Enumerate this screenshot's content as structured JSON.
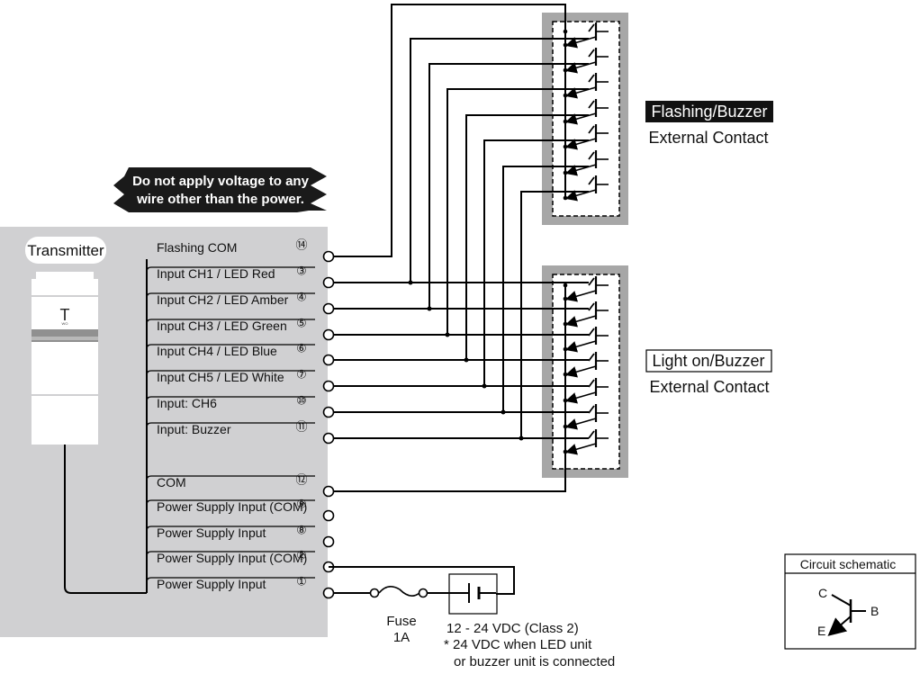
{
  "transmitter_label": "Transmitter",
  "transmitter_logo": "T",
  "transmitter_logo_sub": "WO",
  "warning": {
    "line1": "Do not apply voltage to any",
    "line2": "wire other than the power."
  },
  "terminals": [
    {
      "label": "Flashing COM",
      "number": "⑭"
    },
    {
      "label": "Input CH1 / LED Red",
      "number": "③"
    },
    {
      "label": "Input CH2 / LED Amber",
      "number": "④"
    },
    {
      "label": "Input CH3 / LED Green",
      "number": "⑤"
    },
    {
      "label": "Input CH4 / LED Blue",
      "number": "⑥"
    },
    {
      "label": "Input CH5 / LED White",
      "number": "⑦"
    },
    {
      "label": "Input: CH6",
      "number": "⑩"
    },
    {
      "label": "Input: Buzzer",
      "number": "⑪"
    },
    {
      "label": "COM",
      "number": "⑫"
    },
    {
      "label": "Power Supply Input (COM)",
      "number": "⑨"
    },
    {
      "label": "Power Supply Input",
      "number": "⑧"
    },
    {
      "label": "Power Supply Input (COM)",
      "number": "②"
    },
    {
      "label": "Power Supply Input",
      "number": "①"
    }
  ],
  "flashing_box": {
    "title": "Flashing/Buzzer",
    "subtitle": "External Contact"
  },
  "light_box": {
    "title": "Light on/Buzzer",
    "subtitle": "External Contact"
  },
  "fuse": {
    "line1": "Fuse",
    "line2": "1A"
  },
  "power_note": {
    "line1": "12 - 24 VDC (Class 2)",
    "line2": "* 24 VDC when LED unit",
    "line3": "or buzzer unit is connected"
  },
  "legend": {
    "title": "Circuit schematic",
    "c": "C",
    "b": "B",
    "e": "E"
  }
}
